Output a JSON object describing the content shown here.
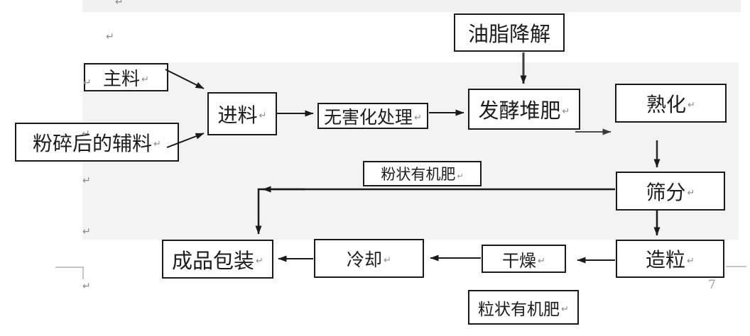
{
  "document": {
    "page_number": "7",
    "pilcrow_mark": "↵"
  },
  "flowchart": {
    "nodes": [
      {
        "id": "main-material",
        "label": "主料",
        "has_pilcrow": true
      },
      {
        "id": "crushed-auxiliary-material",
        "label": "粉碎后的辅料",
        "has_pilcrow": true
      },
      {
        "id": "feeding",
        "label": "进料",
        "has_pilcrow": true
      },
      {
        "id": "harmless-treatment",
        "label": "无害化处理",
        "has_pilcrow": true
      },
      {
        "id": "oil-degradation",
        "label": "油脂降解",
        "has_pilcrow": false
      },
      {
        "id": "fermentation-composting",
        "label": "发酵堆肥",
        "has_pilcrow": true
      },
      {
        "id": "maturation",
        "label": "熟化",
        "has_pilcrow": true
      },
      {
        "id": "screening",
        "label": "筛分",
        "has_pilcrow": true
      },
      {
        "id": "granulation",
        "label": "造粒",
        "has_pilcrow": true
      },
      {
        "id": "drying",
        "label": "干燥",
        "has_pilcrow": true
      },
      {
        "id": "cooling",
        "label": "冷却",
        "has_pilcrow": true
      },
      {
        "id": "finished-product-packaging",
        "label": "成品包装",
        "has_pilcrow": true
      },
      {
        "id": "powdered-organic-fertilizer",
        "label": "粉状有机肥",
        "has_pilcrow": true
      },
      {
        "id": "granular-organic-fertilizer",
        "label": "粒状有机肥",
        "has_pilcrow": true
      }
    ],
    "edges": [
      {
        "from": "主料",
        "to": "进料"
      },
      {
        "from": "粉碎后的辅料",
        "to": "进料"
      },
      {
        "from": "进料",
        "to": "无害化处理"
      },
      {
        "from": "无害化处理",
        "to": "发酵堆肥"
      },
      {
        "from": "油脂降解",
        "to": "发酵堆肥"
      },
      {
        "from": "发酵堆肥",
        "to": "熟化"
      },
      {
        "from": "熟化",
        "to": "筛分"
      },
      {
        "from": "筛分",
        "to": "造粒"
      },
      {
        "from": "造粒",
        "to": "干燥"
      },
      {
        "from": "干燥",
        "to": "冷却"
      },
      {
        "from": "冷却",
        "to": "成品包装"
      },
      {
        "from": "筛分",
        "to": "成品包装",
        "label": "粉状有机肥"
      }
    ],
    "colors": {
      "box_border": "#1a1a1a",
      "box_fill": "#ffffff",
      "arrow_primary": "#1a1a1a",
      "arrow_secondary": "#4d4d4d",
      "background_shade": "#f2f2f2",
      "document_marks": "#8a8a8a"
    }
  }
}
